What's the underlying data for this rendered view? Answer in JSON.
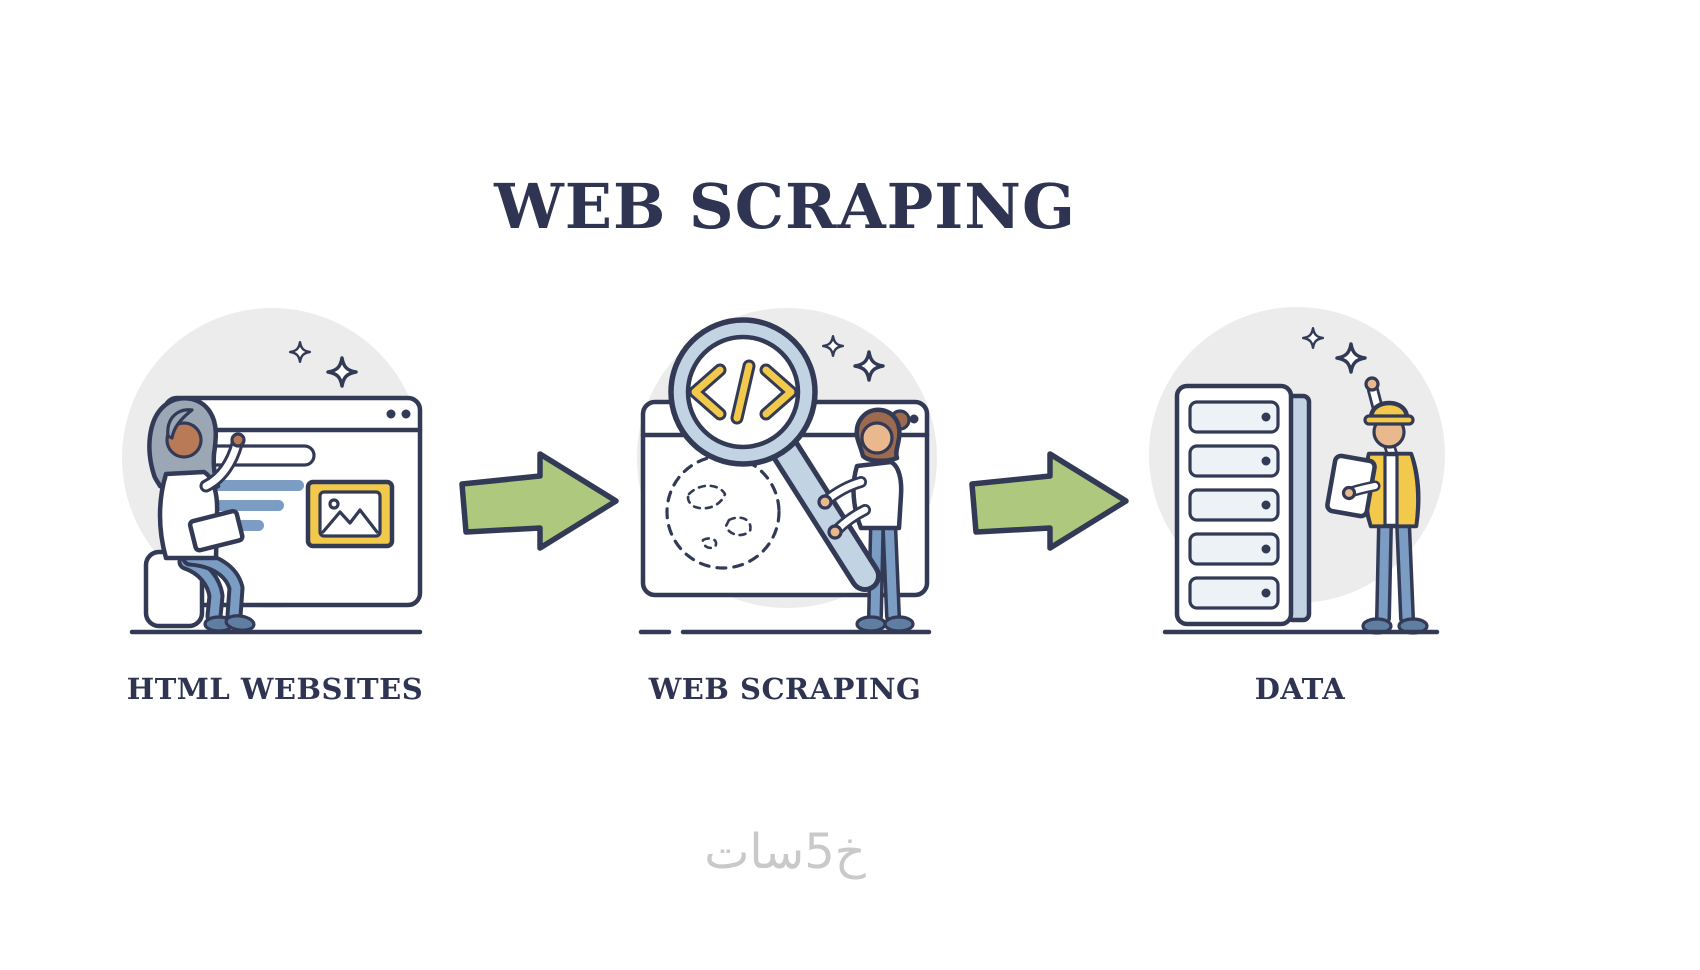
{
  "title": "WEB SCRAPING",
  "steps": [
    {
      "id": "html-websites",
      "label": "HTML WEBSITES"
    },
    {
      "id": "web-scraping",
      "label": "WEB SCRAPING"
    },
    {
      "id": "data",
      "label": "DATA"
    }
  ],
  "watermark": "خ5سات",
  "colors": {
    "outline": "#333a56",
    "title": "#2e3452",
    "circle": "#ececec",
    "green": "#aec97e",
    "yellow": "#f3c94b",
    "lightblue": "#c2d4e4",
    "midblue": "#7b9cc3",
    "slot": "#edf2f7",
    "shoe": "#5f7ea1",
    "skin1": "#b97b57",
    "skin2": "#e9b88d",
    "hair1": "#9ba7b4",
    "hair2": "#9c6b4f",
    "watermark": "#c9c9c9"
  }
}
